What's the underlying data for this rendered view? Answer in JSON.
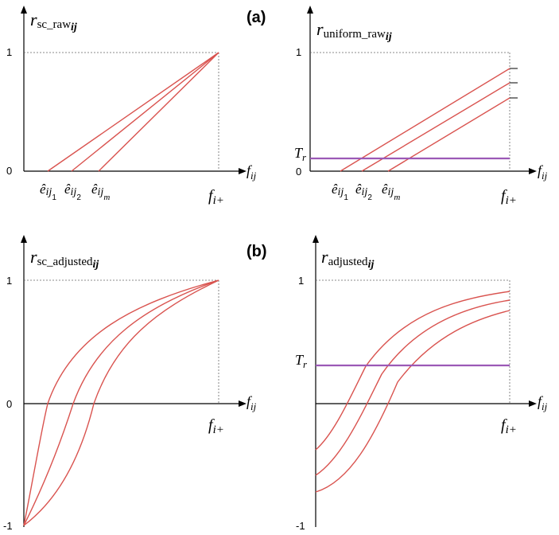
{
  "panel_tags": {
    "a": "(a)",
    "b": "(b)"
  },
  "top_left": {
    "ylabel_main": "r",
    "ylabel_sub": "sc_raw",
    "ylabel_idx": "ij",
    "xlabel_main": "f",
    "xlabel_idx": "ij",
    "y_one": "1",
    "y_zero": "0",
    "e1": "ê",
    "e1_idx": "ij",
    "e1_sub": "1",
    "e2": "ê",
    "e2_idx": "ij",
    "e2_sub": "2",
    "em": "ê",
    "em_idx": "ij",
    "em_sub": "m",
    "fi_main": "f",
    "fi_idx": "i+"
  },
  "top_right": {
    "ylabel_main": "r",
    "ylabel_sub": "uniform_raw",
    "ylabel_idx": "ij",
    "xlabel_main": "f",
    "xlabel_idx": "ij",
    "y_one": "1",
    "y_zero": "0",
    "thr_main": "T",
    "thr_idx": "r",
    "e1": "ê",
    "e1_idx": "ij",
    "e1_sub": "1",
    "e2": "ê",
    "e2_idx": "ij",
    "e2_sub": "2",
    "em": "ê",
    "em_idx": "ij",
    "em_sub": "m",
    "fi_main": "f",
    "fi_idx": "i+"
  },
  "bottom_left": {
    "ylabel_main": "r",
    "ylabel_sub": "sc_adjusted",
    "ylabel_idx": "ij",
    "xlabel_main": "f",
    "xlabel_idx": "ij",
    "y_one": "1",
    "y_zero": "0",
    "y_neg": "-1",
    "fi_main": "f",
    "fi_idx": "i+"
  },
  "bottom_right": {
    "ylabel_main": "r",
    "ylabel_sub": "adjusted",
    "ylabel_idx": "ij",
    "xlabel_main": "f",
    "xlabel_idx": "ij",
    "y_one": "1",
    "y_neg": "-1",
    "thr_main": "T",
    "thr_idx": "r",
    "fi_main": "f",
    "fi_idx": "i+"
  },
  "colors": {
    "curve": "#d9534f",
    "threshold": "#9b59b6",
    "axis": "#000000"
  }
}
